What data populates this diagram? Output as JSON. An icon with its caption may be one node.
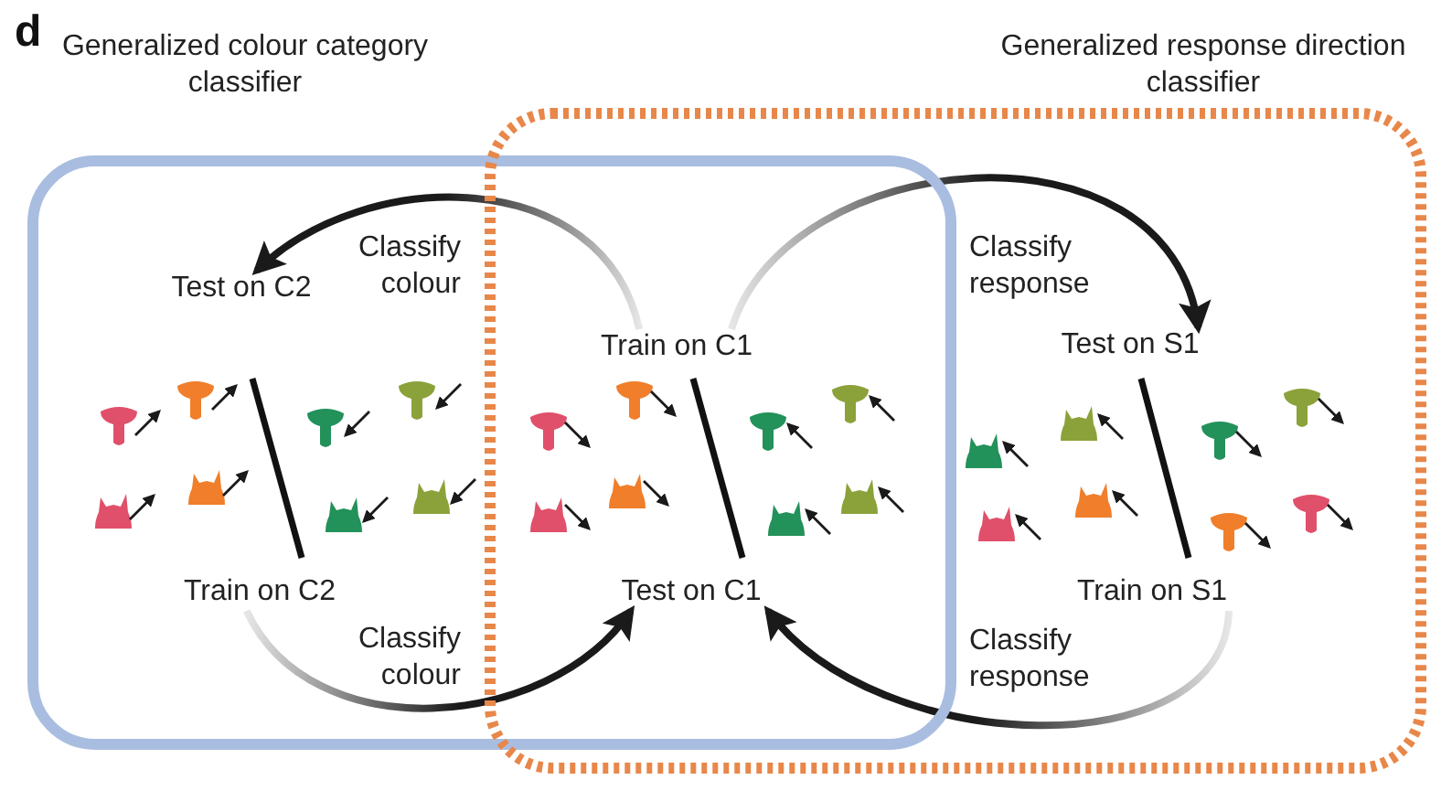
{
  "diagram": {
    "nodes": [
      {
        "text": [
          "Generalized colour category classifier"
        ]
      },
      {
        "text": [
          "Generalized response direction classifier"
        ]
      },
      {
        "text": [
          "Test on C2"
        ],
        "in": 0
      },
      {
        "text": [
          "Train on C2"
        ],
        "in": 0
      },
      {
        "text": [
          "Train on C1"
        ]
      },
      {
        "text": [
          "Test on C1"
        ]
      },
      {
        "text": [
          "Test on S1"
        ],
        "in": 1
      },
      {
        "text": [
          "Train on S1"
        ],
        "in": 1
      }
    ],
    "edges": [
      {
        "from": 4,
        "to": 2,
        "arrow": "to",
        "label": "Classify colour"
      },
      {
        "from": 3,
        "to": 5,
        "arrow": "to",
        "label": "Classify colour"
      },
      {
        "from": 4,
        "to": 6,
        "arrow": "to",
        "label": "Classify response"
      },
      {
        "from": 7,
        "to": 5,
        "arrow": "to",
        "label": "Classify response"
      }
    ],
    "labels": [
      "d"
    ]
  }
}
